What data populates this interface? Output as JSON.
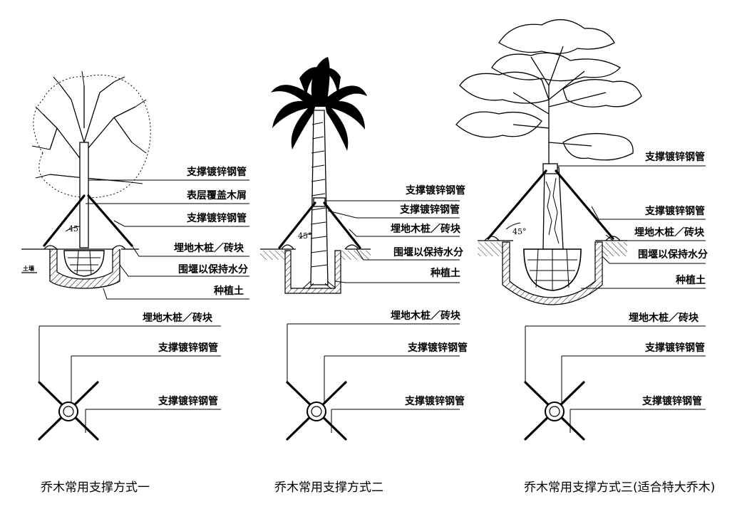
{
  "diagram_1": {
    "labels": {
      "support_pipe_top": "支撑镀锌钢管",
      "surface_mulch": "表层覆盖木屑",
      "support_pipe_mid": "支撑镀锌钢管",
      "buried_stake": "埋地木桩／砖块",
      "water_weir": "围堰以保持水分",
      "planting_soil": "种植土",
      "ground_mark": "土壤"
    },
    "angle": "45",
    "plan": {
      "buried_stake": "埋地木桩／砖块",
      "support_pipe_a": "支撑镀锌钢管",
      "support_pipe_b": "支撑镀锌钢管"
    },
    "caption": "乔木常用支撑方式一"
  },
  "diagram_2": {
    "labels": {
      "support_pipe_top": "支撑镀锌钢管",
      "support_pipe_mid": "支撑镀锌钢管",
      "buried_stake": "埋地木桩／砖块",
      "water_weir": "围堰以保持水分",
      "planting_soil": "种植土"
    },
    "angle": "45°",
    "plan": {
      "buried_stake": "埋地木桩／砖块",
      "support_pipe_a": "支撑镀锌钢管",
      "support_pipe_b": "支撑镀锌钢管"
    },
    "caption": "乔木常用支撑方式二"
  },
  "diagram_3": {
    "labels": {
      "support_pipe_top": "支撑镀锌钢管",
      "support_pipe_mid": "支撑镀锌钢管",
      "buried_stake": "埋地木桩／砖块",
      "water_weir": "围堰以保持水分",
      "planting_soil": "种植土"
    },
    "angle": "45°",
    "plan": {
      "buried_stake": "埋地木桩／砖块",
      "support_pipe_a": "支撑镀锌钢管",
      "support_pipe_b": "支撑镀锌钢管"
    },
    "caption": "乔木常用支撑方式三(适合特大乔木)"
  }
}
